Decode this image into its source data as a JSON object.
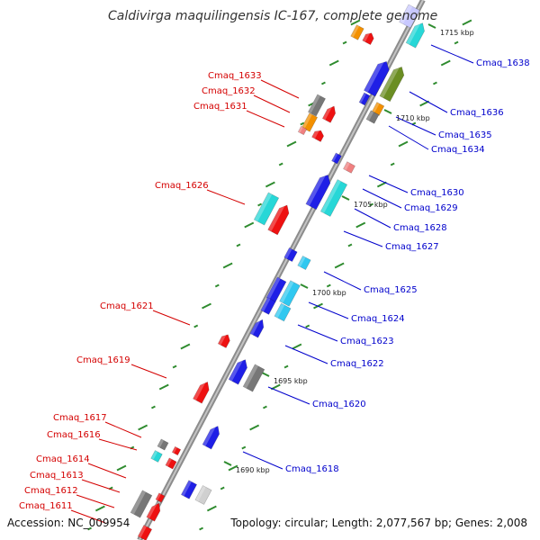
{
  "title": "Caldivirga maquilingensis IC-167, complete genome",
  "accession": "Accession: NC_009954",
  "topology": "Topology: circular; Length: 2,077,567 bp; Genes: 2,008",
  "colors": {
    "backbone": "#9a9a9a",
    "tick": "#2e8b2e",
    "label_left": "#d40000",
    "label_right": "#0000cc",
    "gene_blue": "#1f1fe6",
    "gene_cyan": "#27d7d7",
    "gene_red": "#ee1111",
    "gene_gray": "#777777",
    "gene_light_gray": "#d0d0d0",
    "gene_orange": "#f39000",
    "gene_pink": "#f08080",
    "gene_olive": "#6b8e23",
    "gene_sky": "#30c8f0",
    "gene_lavender": "#c8c8ff"
  },
  "kbp_labels": [
    "1715 kbp",
    "1710 kbp",
    "1705 kbp",
    "1700 kbp",
    "1695 kbp",
    "1690 kbp"
  ],
  "gene_labels_left": [
    "Cmaq_1633",
    "Cmaq_1632",
    "Cmaq_1631",
    "Cmaq_1626",
    "Cmaq_1621",
    "Cmaq_1619",
    "Cmaq_1617",
    "Cmaq_1616",
    "Cmaq_1614",
    "Cmaq_1613",
    "Cmaq_1612",
    "Cmaq_1611"
  ],
  "gene_labels_right": [
    "Cmaq_1638",
    "Cmaq_1636",
    "Cmaq_1635",
    "Cmaq_1634",
    "Cmaq_1630",
    "Cmaq_1629",
    "Cmaq_1628",
    "Cmaq_1627",
    "Cmaq_1625",
    "Cmaq_1624",
    "Cmaq_1623",
    "Cmaq_1622",
    "Cmaq_1620",
    "Cmaq_1618"
  ]
}
